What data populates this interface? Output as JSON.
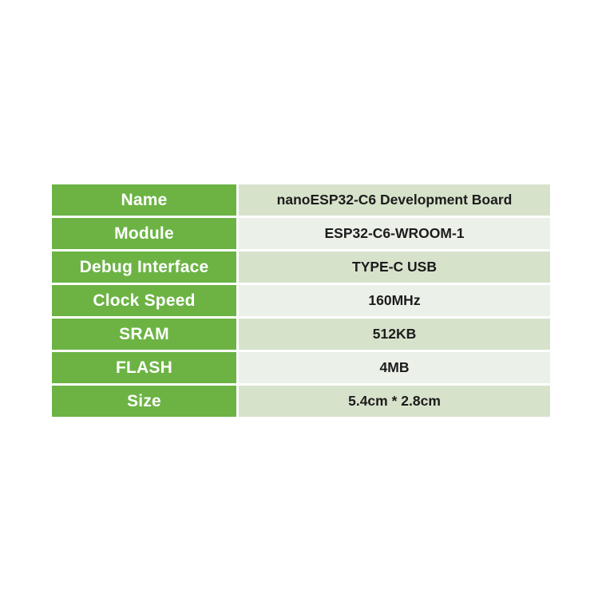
{
  "page": {
    "background": "#ffffff"
  },
  "table": {
    "colors": {
      "header_green": "#6cb344",
      "band_dark": "#d7e2cb",
      "band_light": "#ebf0e8",
      "label_text": "#ffffff",
      "value_text": "#1c1c1c",
      "gap": "#ffffff"
    },
    "rows": [
      {
        "label": "Name",
        "value": "nanoESP32-C6 Development Board"
      },
      {
        "label": "Module",
        "value": "ESP32-C6-WROOM-1"
      },
      {
        "label": "Debug Interface",
        "value": "TYPE-C USB"
      },
      {
        "label": "Clock Speed",
        "value": "160MHz"
      },
      {
        "label": "SRAM",
        "value": "512KB"
      },
      {
        "label": "FLASH",
        "value": "4MB"
      },
      {
        "label": "Size",
        "value": "5.4cm * 2.8cm"
      }
    ]
  }
}
